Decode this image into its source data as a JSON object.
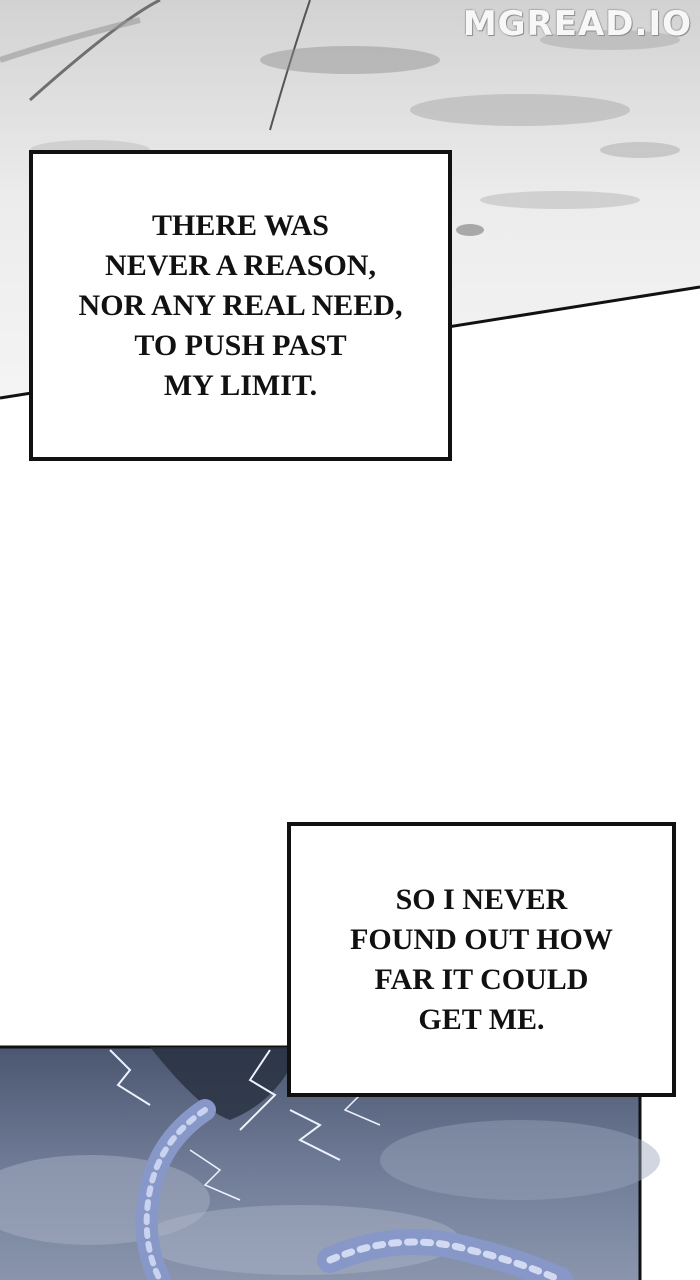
{
  "watermark": {
    "text": "MGREAD.IO"
  },
  "captions": [
    {
      "lines": [
        "THERE WAS",
        "NEVER A REASON,",
        "NOR ANY REAL NEED,",
        "TO PUSH PAST",
        "MY LIMIT."
      ]
    },
    {
      "lines": [
        "SO I NEVER",
        "FOUND OUT HOW",
        "FAR IT COULD",
        "GET ME."
      ]
    }
  ],
  "colors": {
    "snow": "#e6e6e6",
    "storm": "#5c6a85",
    "tentacle": "#7d8fc4",
    "border": "#111111"
  }
}
